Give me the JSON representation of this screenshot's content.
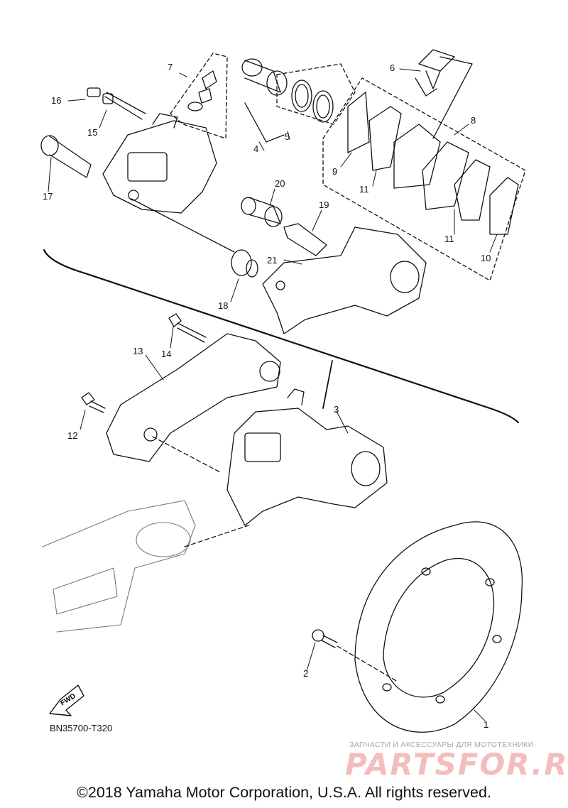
{
  "callouts": [
    {
      "id": "1",
      "text": "1"
    },
    {
      "id": "2",
      "text": "2"
    },
    {
      "id": "3",
      "text": "3"
    },
    {
      "id": "4",
      "text": "4"
    },
    {
      "id": "5",
      "text": "5"
    },
    {
      "id": "6",
      "text": "6"
    },
    {
      "id": "7",
      "text": "7"
    },
    {
      "id": "8",
      "text": "8"
    },
    {
      "id": "9",
      "text": "9"
    },
    {
      "id": "10",
      "text": "10"
    },
    {
      "id": "11a",
      "text": "11"
    },
    {
      "id": "11b",
      "text": "11"
    },
    {
      "id": "12",
      "text": "12"
    },
    {
      "id": "13",
      "text": "13"
    },
    {
      "id": "14",
      "text": "14"
    },
    {
      "id": "15",
      "text": "15"
    },
    {
      "id": "16",
      "text": "16"
    },
    {
      "id": "17",
      "text": "17"
    },
    {
      "id": "18",
      "text": "18"
    },
    {
      "id": "19",
      "text": "19"
    },
    {
      "id": "20",
      "text": "20"
    },
    {
      "id": "21",
      "text": "21"
    }
  ],
  "fwd_label": "FWD",
  "drawing_code": "BN35700-T320",
  "watermark": {
    "tagline": "ЗАПЧАСТИ И АКСЕССУАРЫ ДЛЯ МОТОТЕХНИКИ",
    "brand": "PARTSFOR.RU",
    "brand_color": "#f1a8a8"
  },
  "copyright": "©2018 Yamaha Motor Corporation, U.S.A. All rights reserved."
}
